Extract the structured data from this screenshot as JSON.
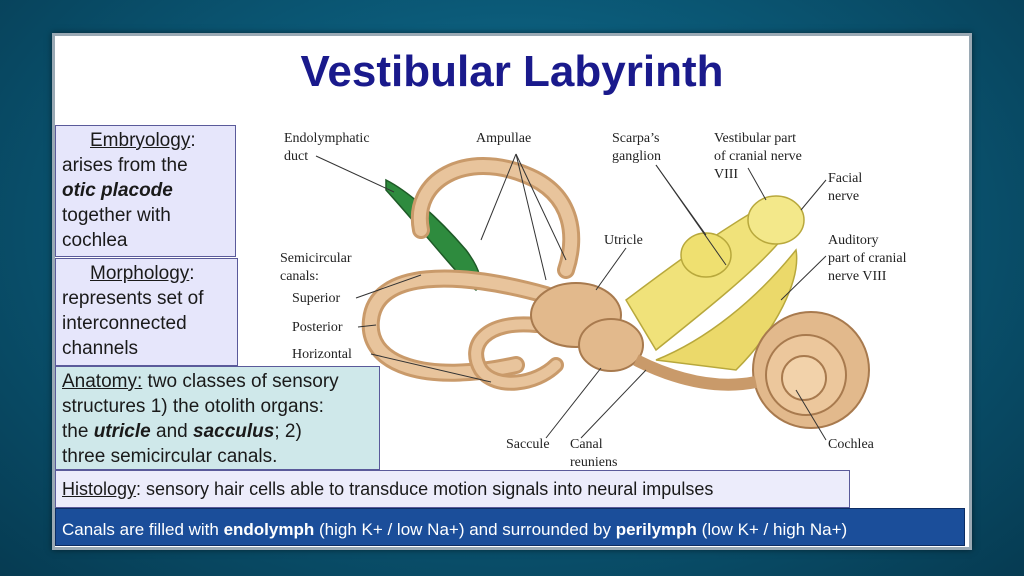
{
  "slide": {
    "title": "Vestibular Labyrinth",
    "embryology": {
      "heading": "Embryology",
      "colon": ":",
      "line1": "arises from the",
      "term": "otic placode",
      "line3": "together with",
      "line4": "cochlea"
    },
    "morphology": {
      "heading": "Morphology",
      "colon": ":",
      "line1": "represents set of",
      "line2": "interconnected",
      "line3": "channels"
    },
    "anatomy": {
      "heading": "Anatomy:",
      "text1": " two classes of sensory",
      "text2": "structures 1) the otolith organs:",
      "text3a": "the ",
      "utricle": "utricle",
      "text3b": " and ",
      "sacculus": "sacculus",
      "text3c": "; 2)",
      "text4": "three semicircular canals."
    },
    "histology": {
      "heading": "Histology",
      "text": ": sensory hair cells able to transduce motion signals into neural impulses"
    },
    "canals": {
      "t1": "Canals are filled with ",
      "endolymph": "endolymph",
      "t2": " (high K+ / low Na+) and surrounded by ",
      "perilymph": "perilymph",
      "t3": " (low K+ / high Na+)"
    }
  },
  "diagram_labels": {
    "endolymphatic_1": "Endolymphatic",
    "endolymphatic_2": "duct",
    "ampullae": "Ampullae",
    "scarpas_1": "Scarpa’s",
    "scarpas_2": "ganglion",
    "vestibular_1": "Vestibular part",
    "vestibular_2": "of cranial nerve",
    "vestibular_3": "VIII",
    "facial_1": "Facial",
    "facial_2": "nerve",
    "utricle": "Utricle",
    "semicircular_1": "Semicircular",
    "semicircular_2": "canals:",
    "superior": "Superior",
    "posterior": "Posterior",
    "horizontal": "Horizontal",
    "auditory_1": "Auditory",
    "auditory_2": "part of cranial",
    "auditory_3": "nerve VIII",
    "saccule": "Saccule",
    "canal_1": "Canal",
    "canal_2": "reuniens",
    "cochlea": "Cochlea"
  }
}
